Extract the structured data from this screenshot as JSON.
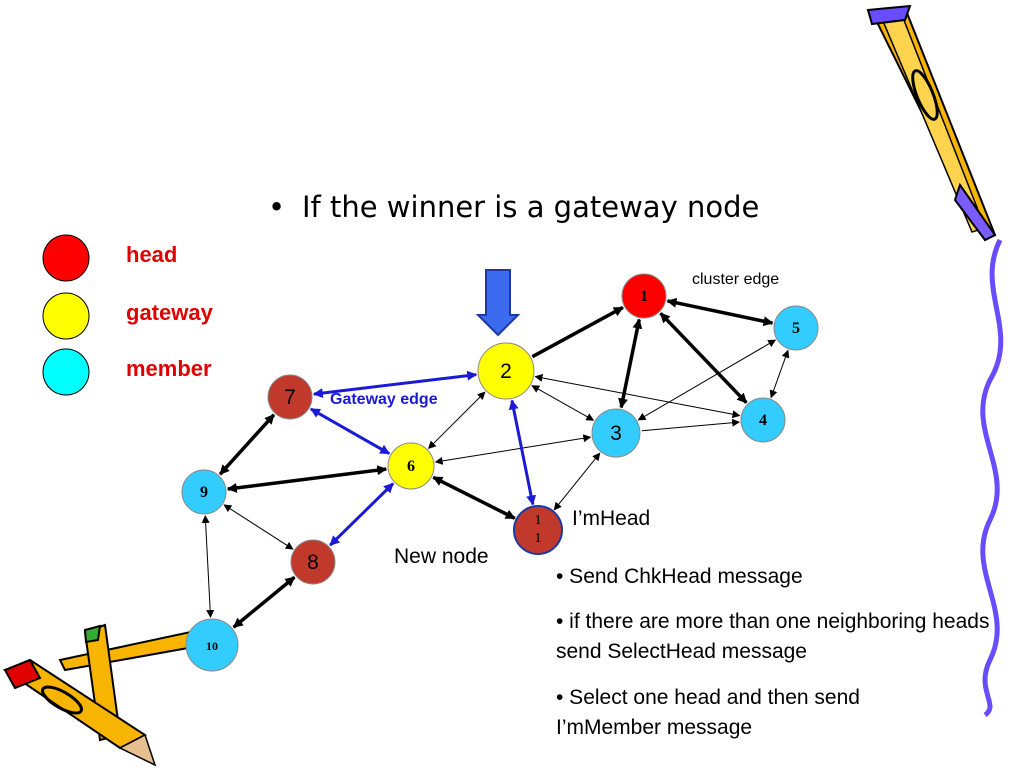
{
  "slide": {
    "bullet_title": "If the winner is a gateway node"
  },
  "legend": [
    {
      "label": "head",
      "color": "#ff0000"
    },
    {
      "label": "gateway",
      "color": "#ffff00"
    },
    {
      "label": "member",
      "color": "#00ffff"
    }
  ],
  "colors": {
    "head": "#ff0000",
    "gateway": "#ffff00",
    "member": "#33ccff",
    "new_node": "#c0392b",
    "gateway_edge": "#1a1ad6",
    "legend_text": "#e00000"
  },
  "nodes": [
    {
      "id": "1",
      "label": "1",
      "role": "head"
    },
    {
      "id": "2",
      "label": "2",
      "role": "gateway"
    },
    {
      "id": "3",
      "label": "3",
      "role": "member"
    },
    {
      "id": "4",
      "label": "4",
      "role": "member"
    },
    {
      "id": "5",
      "label": "5",
      "role": "member"
    },
    {
      "id": "6",
      "label": "6",
      "role": "gateway"
    },
    {
      "id": "7",
      "label": "7",
      "role": "new_node"
    },
    {
      "id": "8",
      "label": "8",
      "role": "new_node"
    },
    {
      "id": "9",
      "label": "9",
      "role": "member"
    },
    {
      "id": "10",
      "label": "10",
      "role": "member"
    },
    {
      "id": "11",
      "label": "11",
      "role": "new_node"
    }
  ],
  "annotations": {
    "cluster_edge": "cluster edge",
    "gateway_edge": "Gateway edge",
    "im_head": "I’mHead",
    "new_node": "New node"
  },
  "notes": [
    "• Send ChkHead message",
    "• if there are more than one neighboring heads send SelectHead message",
    "• Select one head and then send I’mMember message"
  ]
}
